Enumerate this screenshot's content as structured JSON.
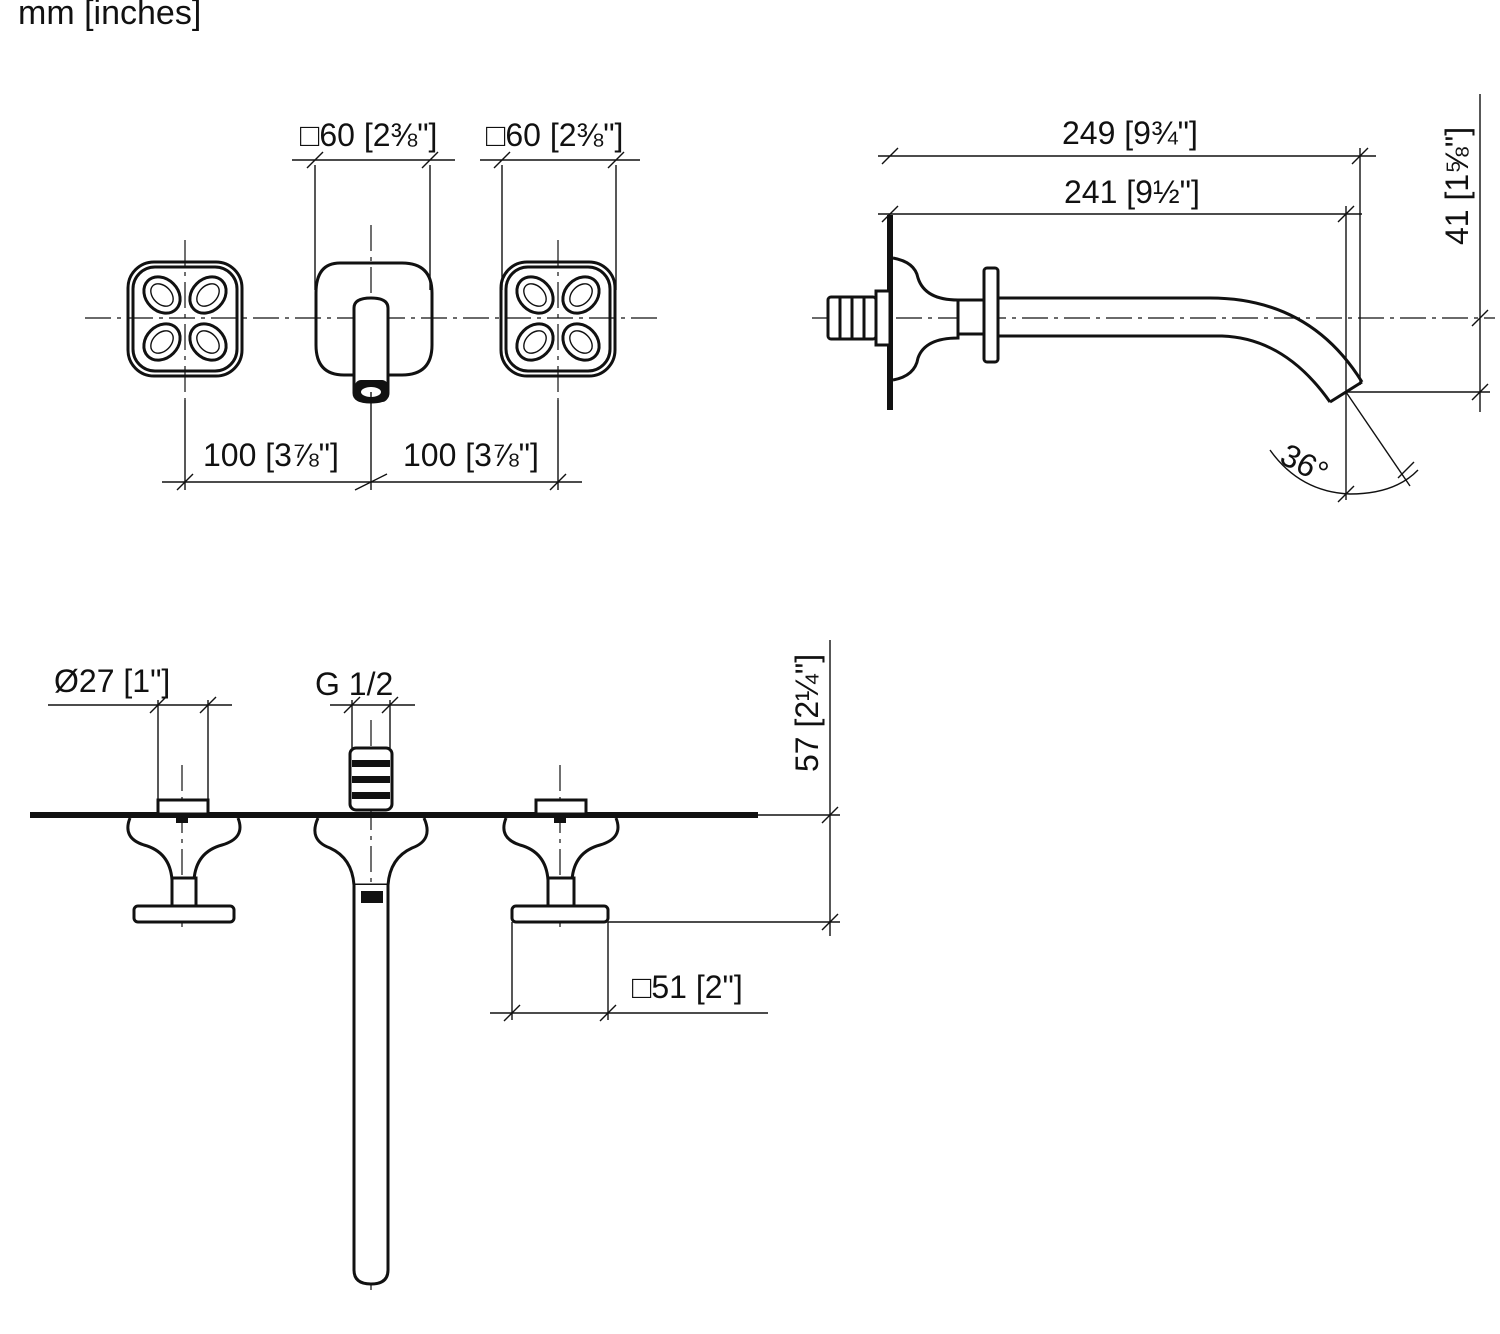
{
  "units_label": "mm [inches]",
  "top_view": {
    "handle_left_width": "□60 [2⅜\"]",
    "handle_right_width": "□60 [2⅜\"]",
    "spacing_left": "100 [3⅞\"]",
    "spacing_right": "100 [3⅞\"]"
  },
  "side_view": {
    "spout_total_length": "249 [9¾\"]",
    "spout_projection": "241 [9½\"]",
    "spout_height": "41 [1⅝\"]",
    "spout_angle": "36°"
  },
  "front_view": {
    "handle_diameter": "Ø27 [1\"]",
    "thread": "G 1/2",
    "depth": "57 [2¼\"]",
    "handle_base": "□51 [2\"]"
  }
}
